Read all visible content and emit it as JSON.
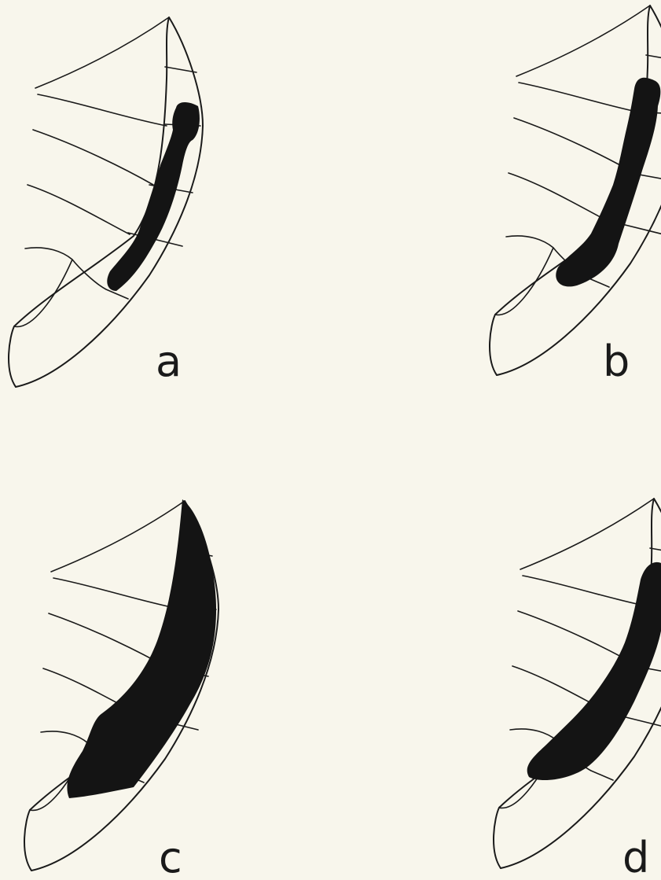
{
  "figure": {
    "panels": [
      {
        "id": "a",
        "label": "a"
      },
      {
        "id": "b",
        "label": "b"
      },
      {
        "id": "c",
        "label": "c"
      },
      {
        "id": "d",
        "label": "d"
      }
    ]
  },
  "colors": {
    "background": "#f8f6ec",
    "ink": "#1a1a1a",
    "marking": "#141414"
  }
}
